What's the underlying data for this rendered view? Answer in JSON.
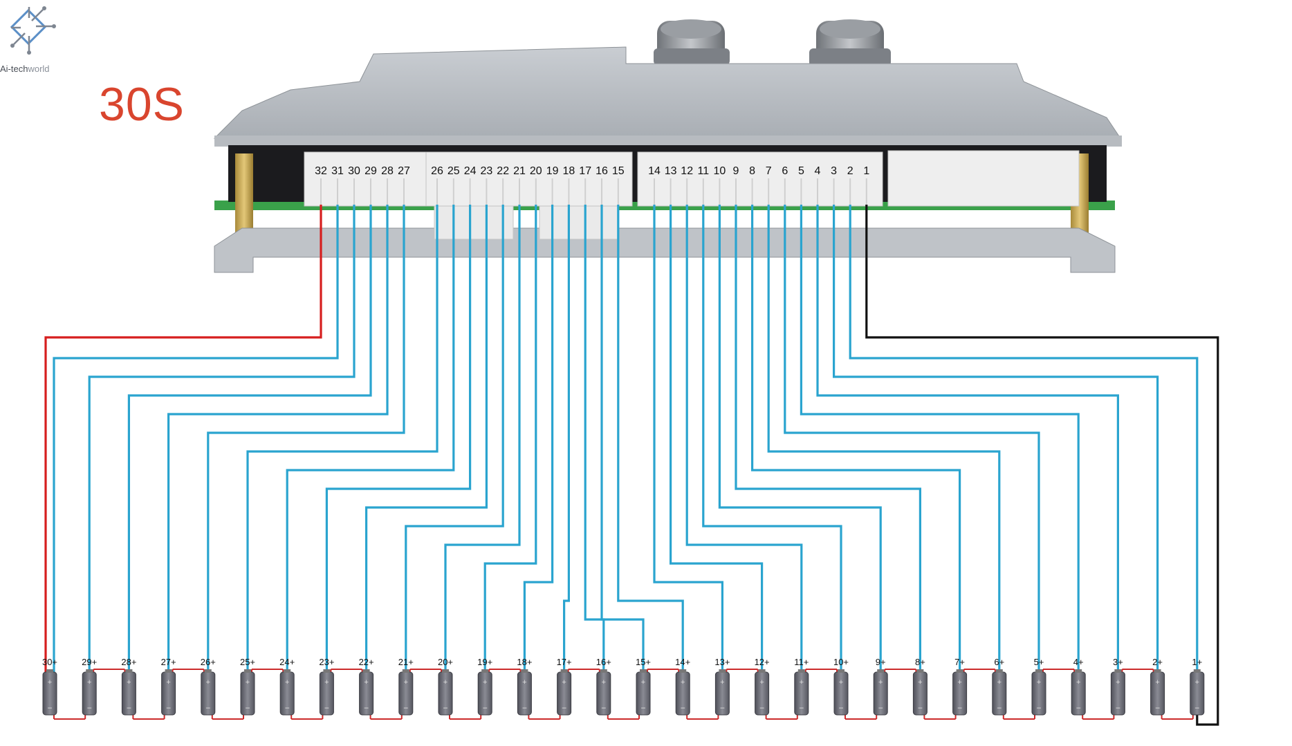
{
  "brand": {
    "name_dark": "Ai-tech",
    "name_light": "world",
    "icon": "circuit-chip-logo-icon"
  },
  "title": "30S",
  "colors": {
    "sense_wire": "#2aa4cf",
    "positive_wire": "#d61e1e",
    "negative_wire": "#111111",
    "cell_body": "#6d6e78",
    "cell_link": "#cc2b2b",
    "pcb": "#3aa14a"
  },
  "connector_pins": {
    "left_group": [
      "32",
      "31",
      "30",
      "29",
      "28",
      "27"
    ],
    "middle_group": [
      "26",
      "25",
      "24",
      "23",
      "22",
      "21",
      "20",
      "19",
      "18",
      "17",
      "16",
      "15"
    ],
    "right_group": [
      "14",
      "13",
      "12",
      "11",
      "10",
      "9",
      "8",
      "7",
      "6",
      "5",
      "4",
      "3",
      "2",
      "1"
    ]
  },
  "cells": [
    "30+",
    "29+",
    "28+",
    "27+",
    "26+",
    "25+",
    "24+",
    "23+",
    "22+",
    "21+",
    "20+",
    "19+",
    "18+",
    "17+",
    "16+",
    "15+",
    "14+",
    "13+",
    "12+",
    "11+",
    "10+",
    "9+",
    "8+",
    "7+",
    "6+",
    "5+",
    "4+",
    "3+",
    "2+",
    "1+"
  ]
}
